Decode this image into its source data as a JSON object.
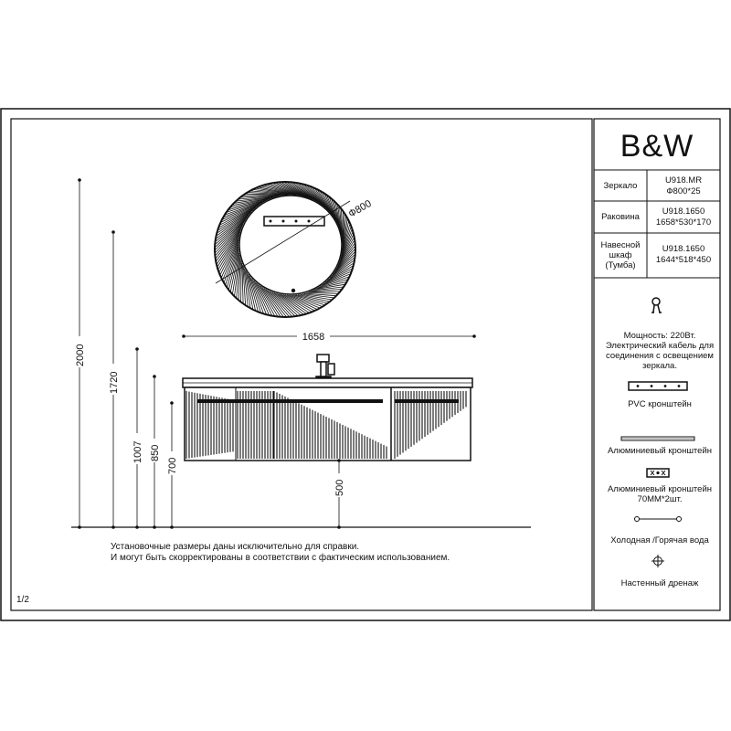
{
  "brand": "B&W",
  "spec_table": [
    {
      "name": "Зеркало",
      "model": "U918.MR",
      "size": "Ф800*25"
    },
    {
      "name": "Раковина",
      "model": "U918.1650",
      "size": "1658*530*170"
    },
    {
      "name": [
        "Навесной",
        "шкаф",
        "(Тумба)"
      ],
      "model": "U918.1650",
      "size": "1644*518*450"
    }
  ],
  "legend": {
    "power_note": [
      "Мощность: 220Вт.",
      "Электрический кабель для",
      "соединения с освещением",
      "зеркала."
    ],
    "pvc_bracket": "PVC кронштейн",
    "alu_bracket": "Алюминиевый кронштейн",
    "alu_bracket_70": [
      "Алюминиевый кронштейн",
      "70ММ*2шт."
    ],
    "water": "Холодная /Горячая вода",
    "drain": "Настенный дренаж"
  },
  "dimensions": {
    "mirror_diameter": "Ф800",
    "width": "1658",
    "h2000": "2000",
    "h1720": "1720",
    "h1007": "1007",
    "h850": "850",
    "h700": "700",
    "h500": "500"
  },
  "notes": [
    "Установочные размеры даны исключительно для справки.",
    "И могут быть скорректированы в соответствии с фактическим использованием."
  ],
  "page_number": "1/2"
}
